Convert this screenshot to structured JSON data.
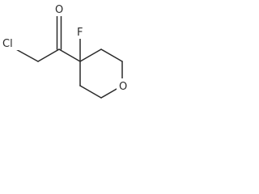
{
  "molecule": {
    "atoms": {
      "chlorine": "Cl",
      "fluorine": "F",
      "carbonyl_oxygen": "O",
      "ring_oxygen": "O"
    },
    "colors": {
      "bond": "#2a2a2a",
      "text": "#2a2a2a",
      "background": "#ffffff"
    }
  }
}
